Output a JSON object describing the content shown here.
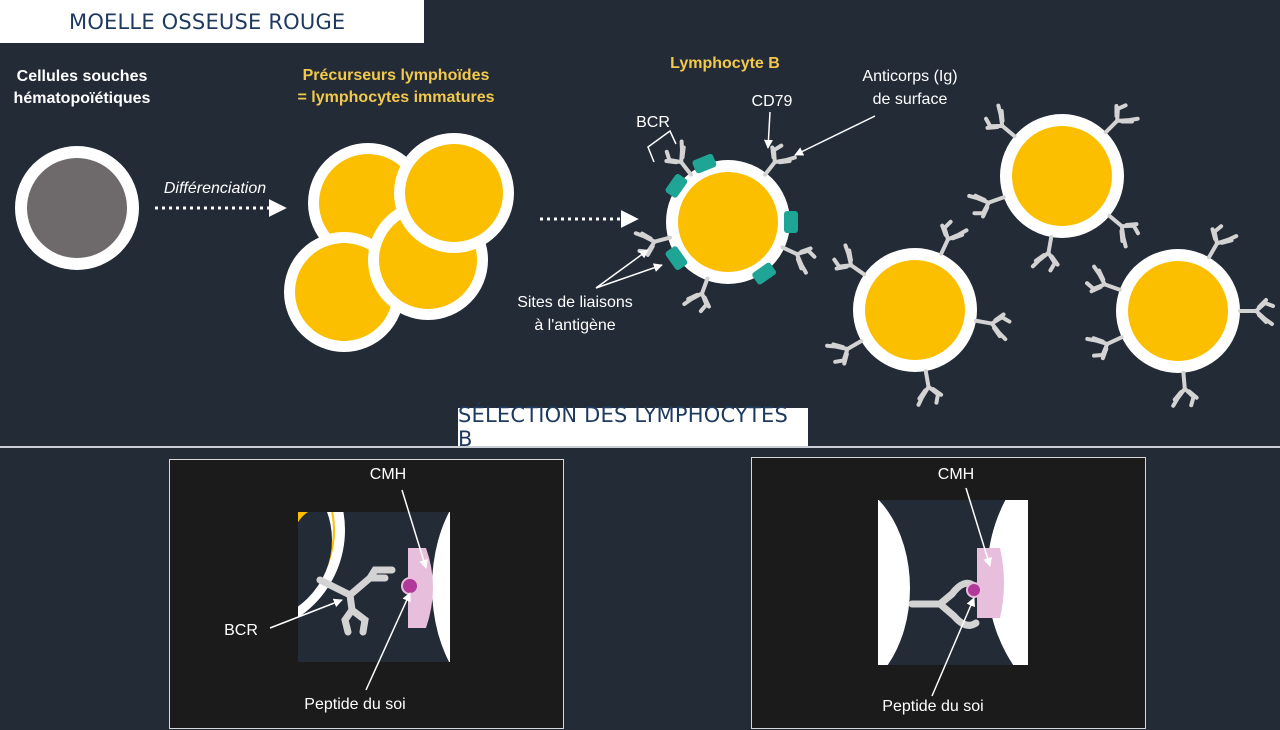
{
  "header": {
    "title": "MOELLE OSSEUSE ROUGE"
  },
  "labels": {
    "stem_cells": "Cellules souches hématopoïétiques",
    "differentiation": "Différenciation",
    "precursors_line1": "Précurseurs lymphoïdes",
    "precursors_line2": "= lymphocytes immatures",
    "lymphocyte_b": "Lymphocyte B",
    "antibody_line1": "Anticorps (Ig)",
    "antibody_line2": "de surface",
    "cd79": "CD79",
    "bcr": "BCR",
    "sites_line1": "Sites de liaisons",
    "sites_line2": "à l'antigène"
  },
  "section": {
    "title": "SÉLECTION DES LYMPHOCYTES B"
  },
  "panels": [
    {
      "cmh": "CMH",
      "bcr": "BCR",
      "peptide": "Peptide du soi"
    },
    {
      "cmh": "CMH",
      "peptide": "Peptide du soi"
    }
  ],
  "colors": {
    "background": "#232b37",
    "cell_yellow": "#fbbf00",
    "stem_gray": "#6e6a6b",
    "cd79_teal": "#1fa596",
    "cmh_pink": "#e7bfdc",
    "peptide_purple": "#b0399a",
    "label_gold": "#f2c94c"
  }
}
